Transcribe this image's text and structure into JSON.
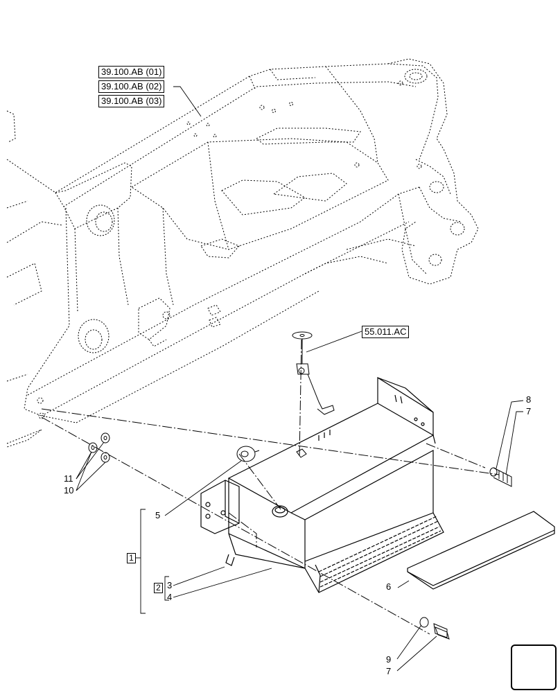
{
  "references": {
    "frame_01": "39.100.AB (01)",
    "frame_02": "39.100.AB (02)",
    "frame_03": "39.100.AB (03)",
    "fuel_sender": "55.011.AC"
  },
  "callouts": {
    "c1": "1",
    "c2": "2",
    "c3": "3",
    "c4": "4",
    "c5": "5",
    "c6": "6",
    "c7_top": "7",
    "c7_bottom": "7",
    "c8": "8",
    "c9": "9",
    "c10": "10",
    "c11": "11"
  },
  "icons": {
    "nav": "arrow-navigate-icon"
  },
  "colors": {
    "line": "#000000",
    "background": "#ffffff"
  }
}
